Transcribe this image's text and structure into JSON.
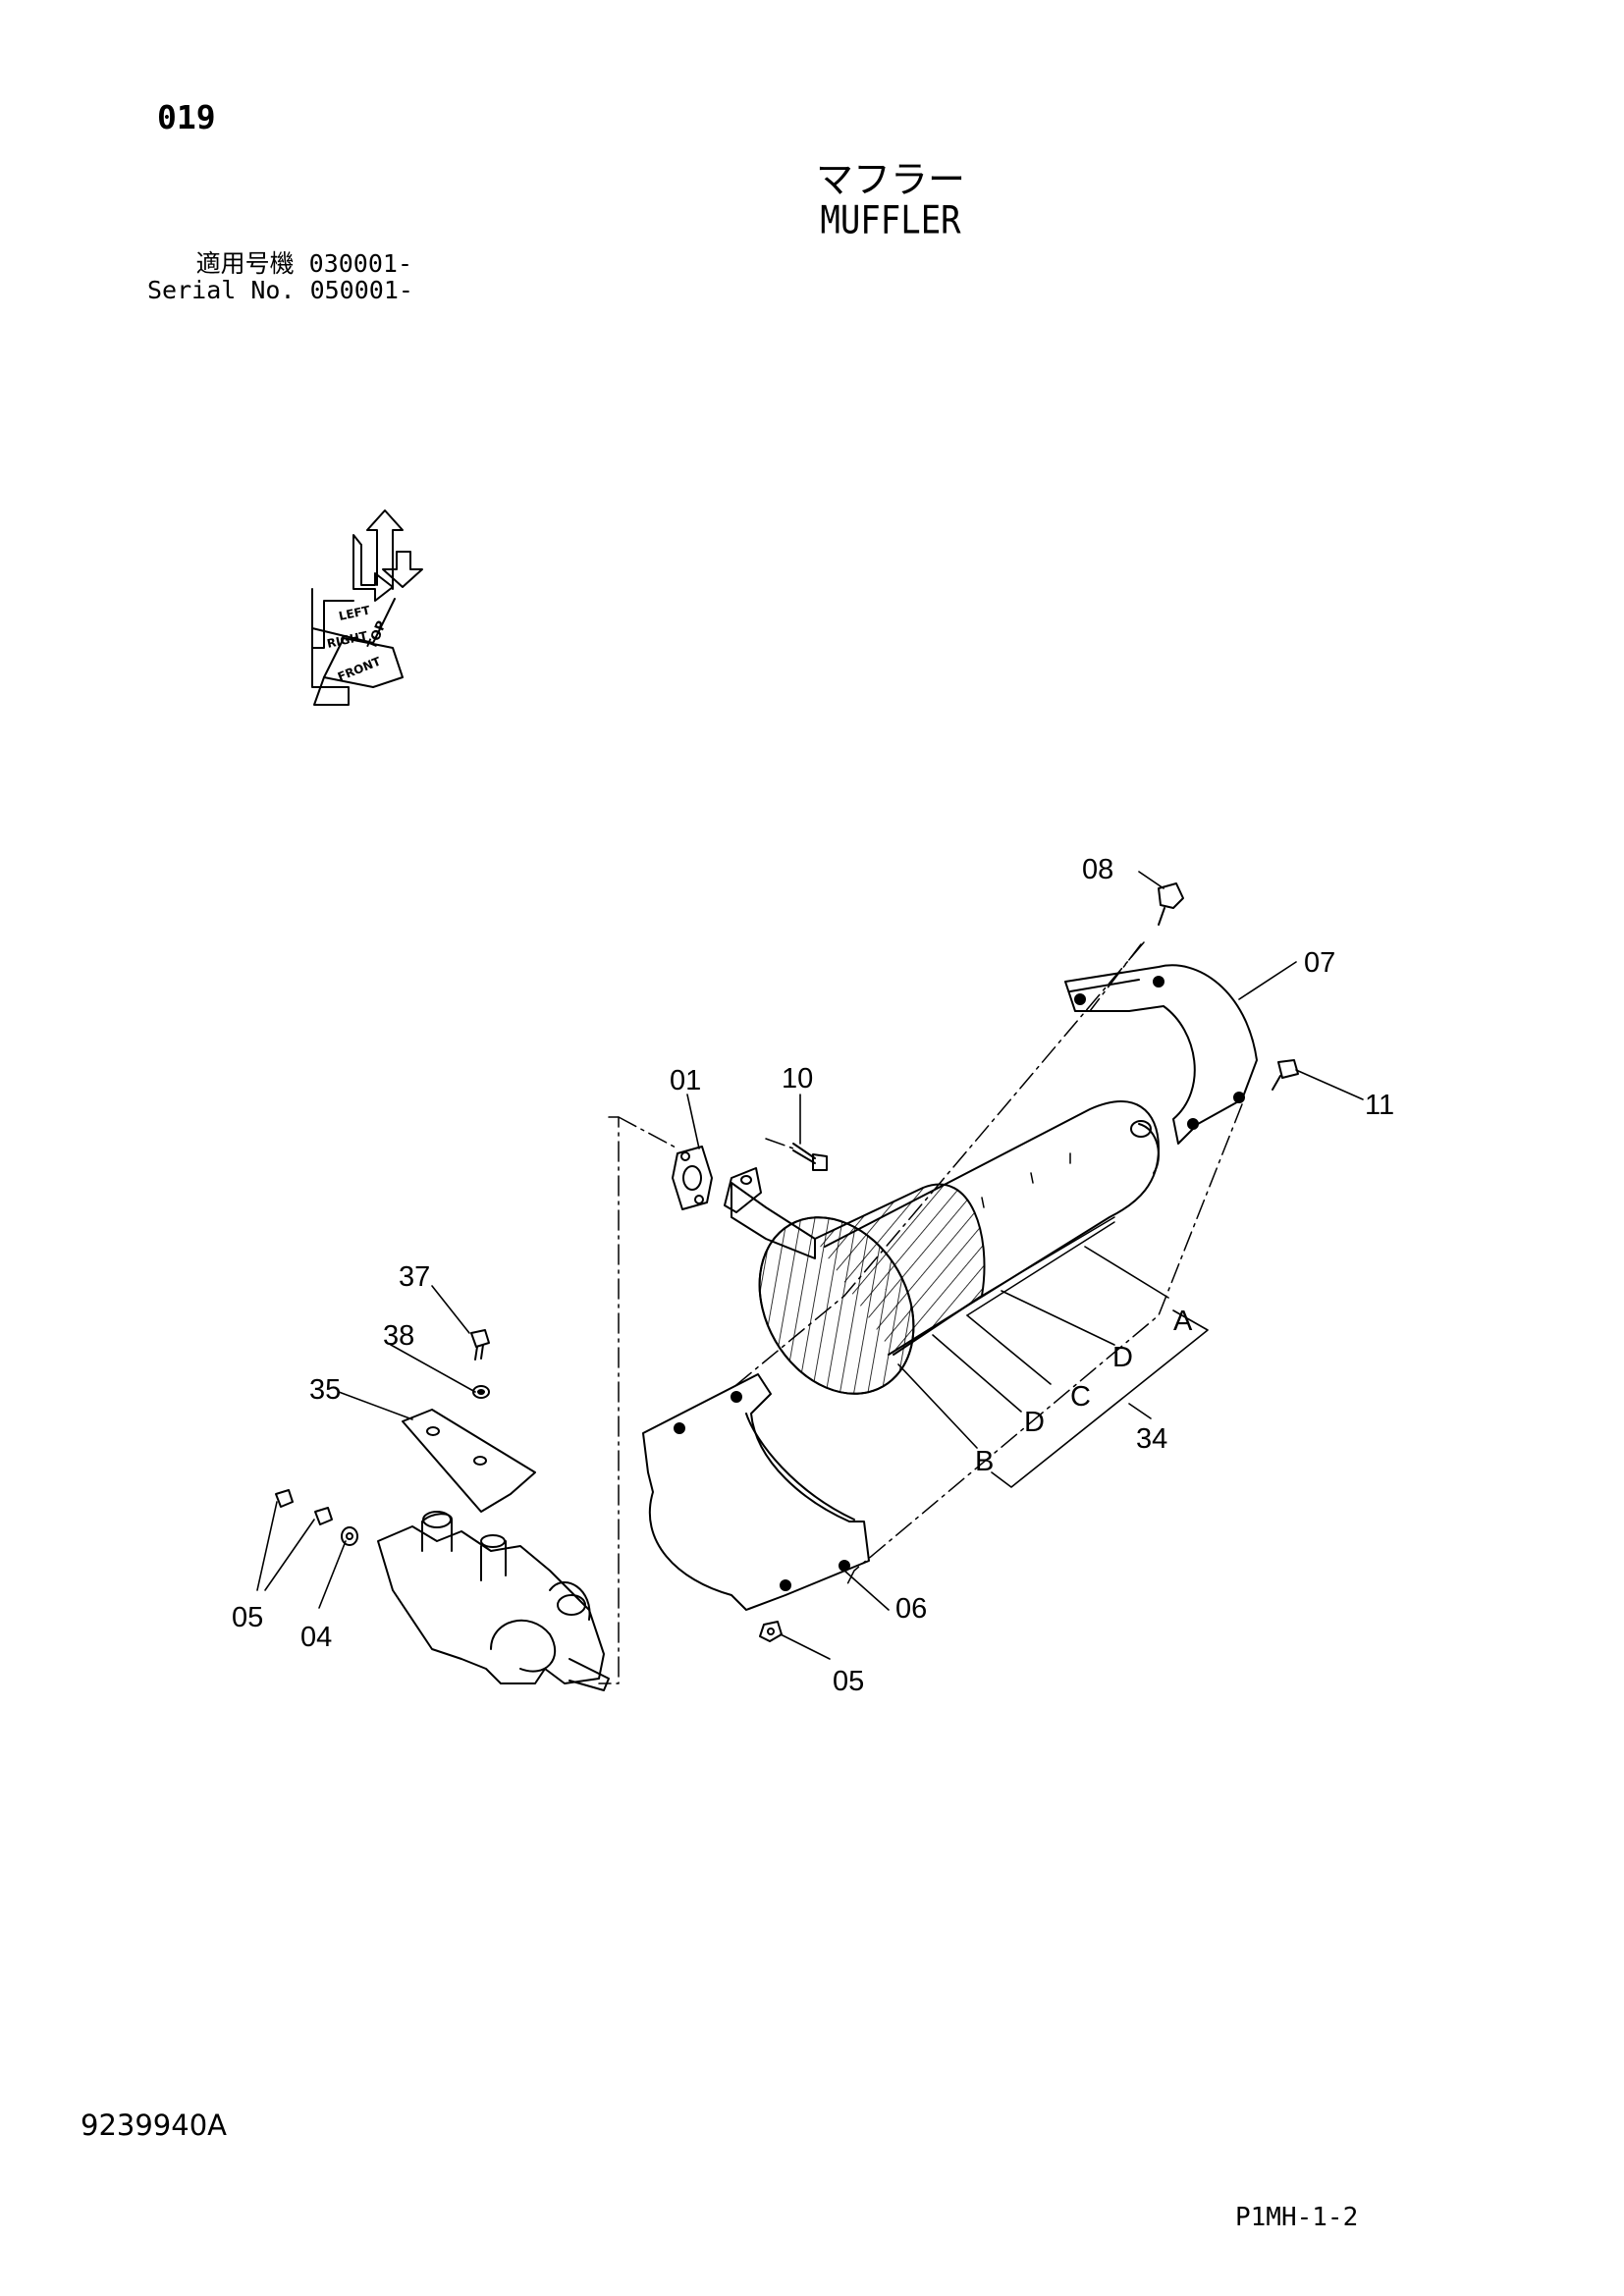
{
  "header": {
    "page_number": "019",
    "title_jp": "マフラー",
    "title_en": "MUFFLER"
  },
  "serial": {
    "jp_label": "適用号機",
    "jp_value": "030001-",
    "en_label": "Serial No.",
    "en_value": "050001-"
  },
  "orientation": {
    "top": "TOP",
    "left": "LEFT",
    "right": "RIGHT",
    "front": "FRONT"
  },
  "callouts": [
    {
      "id": "c08",
      "text": "08"
    },
    {
      "id": "c07",
      "text": "07"
    },
    {
      "id": "c11",
      "text": "11"
    },
    {
      "id": "c01",
      "text": "01"
    },
    {
      "id": "c10",
      "text": "10"
    },
    {
      "id": "cA",
      "text": "A"
    },
    {
      "id": "cD1",
      "text": "D"
    },
    {
      "id": "cC",
      "text": "C"
    },
    {
      "id": "cD2",
      "text": "D"
    },
    {
      "id": "c34",
      "text": "34"
    },
    {
      "id": "cB",
      "text": "B"
    },
    {
      "id": "c37",
      "text": "37"
    },
    {
      "id": "c38",
      "text": "38"
    },
    {
      "id": "c35",
      "text": "35"
    },
    {
      "id": "c05a",
      "text": "05"
    },
    {
      "id": "c04",
      "text": "04"
    },
    {
      "id": "c06",
      "text": "06"
    },
    {
      "id": "c05b",
      "text": "05"
    }
  ],
  "footer": {
    "drawing_number": "9239940A",
    "page_code": "P1MH-1-2"
  }
}
